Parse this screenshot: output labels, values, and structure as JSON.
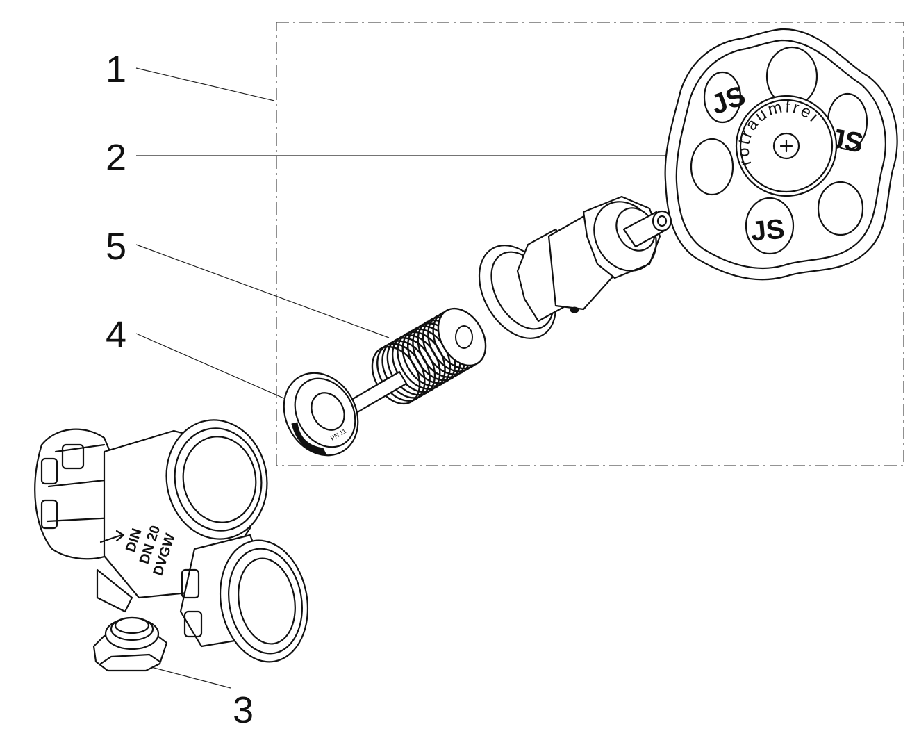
{
  "callouts": [
    {
      "id": "1",
      "label": "1"
    },
    {
      "id": "2",
      "label": "2"
    },
    {
      "id": "5",
      "label": "5"
    },
    {
      "id": "4",
      "label": "4"
    },
    {
      "id": "3",
      "label": "3"
    }
  ],
  "handwheel_text": "rotraumfrei",
  "handwheel_logo": "JS",
  "body_markings": [
    "DIN",
    "DN 20",
    "DVGW"
  ],
  "disc_marking": "PN 11",
  "colors": {
    "ink": "#111111",
    "background": "#ffffff",
    "frame": "#555555"
  }
}
